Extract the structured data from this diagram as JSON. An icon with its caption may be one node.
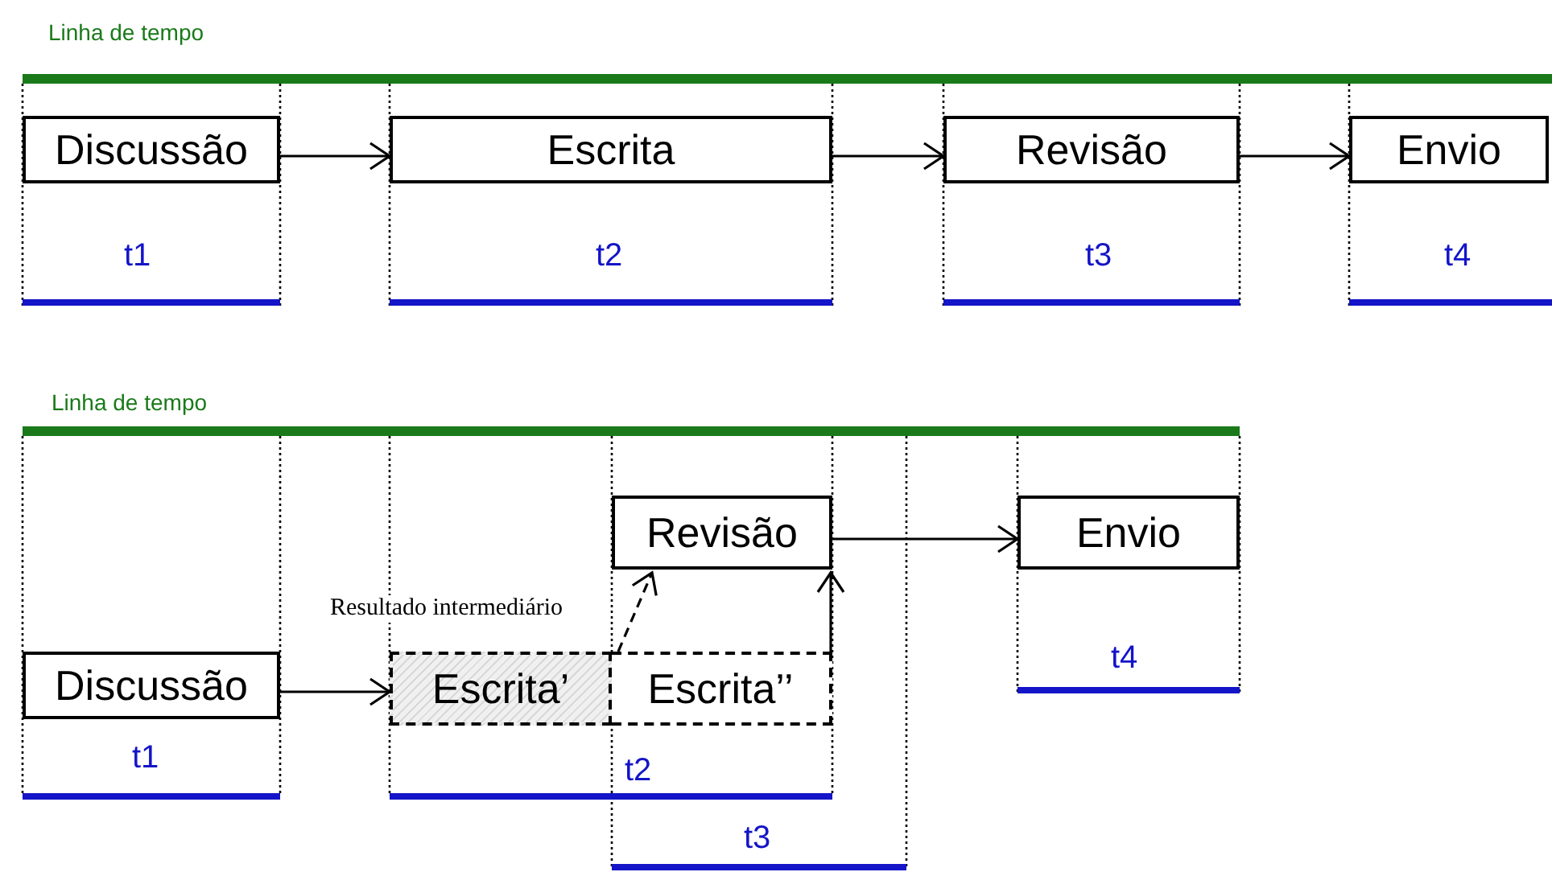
{
  "diagram": {
    "nodes": [
      {
        "text": [
          "Discussão"
        ]
      },
      {
        "text": [
          "Escrita"
        ]
      },
      {
        "text": [
          "Revisão"
        ]
      },
      {
        "text": [
          "Envio"
        ]
      },
      {
        "text": [
          "Revisão"
        ]
      },
      {
        "text": [
          "Envio"
        ]
      },
      {
        "text": [
          "Discussão"
        ]
      },
      {
        "text": [
          "Escrita’"
        ]
      },
      {
        "text": [
          "Escrita’’"
        ]
      }
    ],
    "edges": [
      {
        "from": 0,
        "to": 1,
        "arrow": "to"
      },
      {
        "from": 1,
        "to": 2,
        "arrow": "to"
      },
      {
        "from": 2,
        "to": 3,
        "arrow": "to"
      },
      {
        "from": 4,
        "to": 5,
        "arrow": "to"
      },
      {
        "from": 6,
        "to": 7,
        "arrow": "to"
      },
      {
        "from": 7,
        "to": 4,
        "arrow": "to",
        "style": "dashed",
        "label": "Resultado intermediário"
      },
      {
        "from": 8,
        "to": 4,
        "arrow": "to"
      }
    ],
    "labels": [
      "Linha de tempo",
      "t1",
      "t2",
      "t3",
      "t4",
      "Linha de tempo",
      "t4",
      "t1",
      "t2",
      "t3"
    ]
  }
}
